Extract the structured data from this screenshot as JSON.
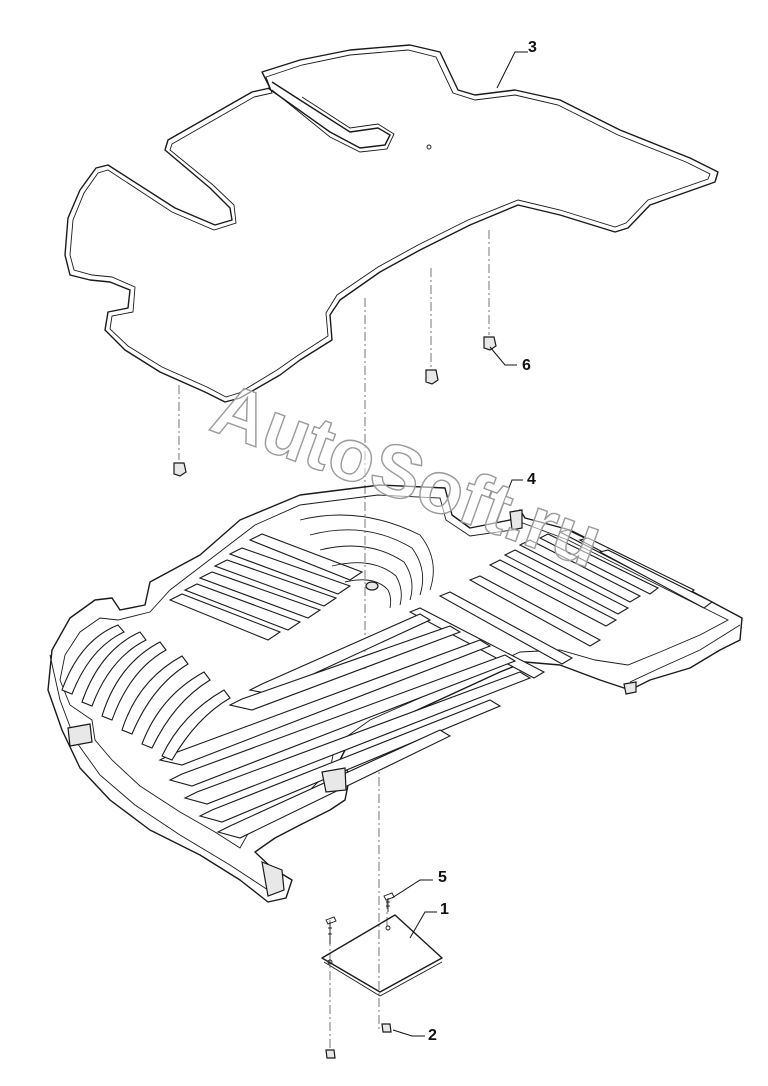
{
  "diagram": {
    "callouts": [
      {
        "id": "3",
        "label": "3"
      },
      {
        "id": "6",
        "label": "6"
      },
      {
        "id": "4",
        "label": "4"
      },
      {
        "id": "5",
        "label": "5"
      },
      {
        "id": "1",
        "label": "1"
      },
      {
        "id": "2",
        "label": "2"
      }
    ],
    "watermark": "AutoSoft.ru"
  }
}
